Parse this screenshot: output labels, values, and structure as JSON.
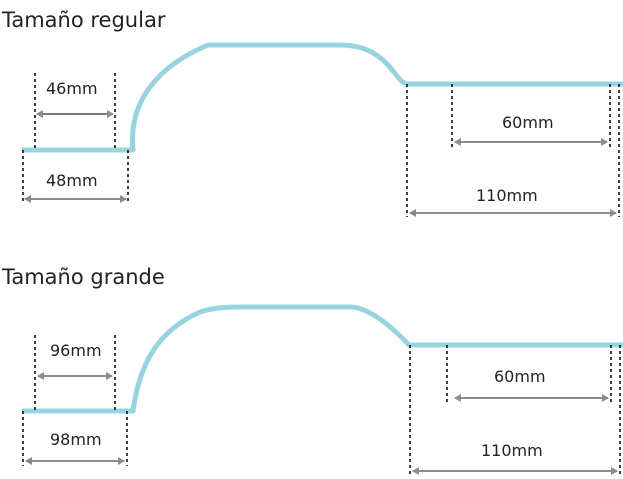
{
  "colors": {
    "profile": "#97d4e0",
    "arrow": "#8c8c8c",
    "arrow_dark": "#7a7a7a"
  },
  "sections": [
    {
      "title": "Tamaño regular",
      "labels": {
        "inner_left": "46mm",
        "outer_left": "48mm",
        "inner_right": "60mm",
        "outer_right": "110mm"
      }
    },
    {
      "title": "Tamaño grande",
      "labels": {
        "inner_left": "96mm",
        "outer_left": "98mm",
        "inner_right": "60mm",
        "outer_right": "110mm"
      }
    }
  ]
}
